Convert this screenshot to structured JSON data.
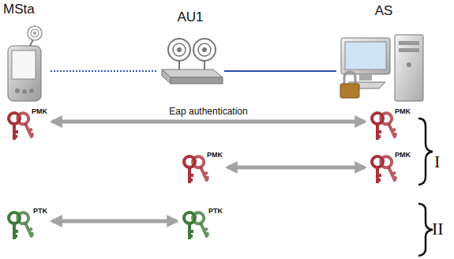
{
  "diagram": {
    "nodes": [
      {
        "text": [
          "MSta"
        ]
      },
      {
        "text": [
          "AU1"
        ]
      },
      {
        "text": [
          "AS"
        ]
      },
      {
        "text": [
          "PMK"
        ]
      },
      {
        "text": [
          "PMK"
        ]
      },
      {
        "text": [
          "PMK"
        ]
      },
      {
        "text": [
          "PMK"
        ]
      },
      {
        "text": [
          "PTK"
        ]
      },
      {
        "text": [
          "PTK"
        ]
      }
    ],
    "edges": [
      {
        "from": 0,
        "to": 1,
        "arrow": "none"
      },
      {
        "from": 1,
        "to": 2,
        "arrow": "none"
      },
      {
        "from": 3,
        "to": 4,
        "label": "Eap authentication",
        "arrow": "both"
      },
      {
        "from": 5,
        "to": 6,
        "arrow": "both"
      },
      {
        "from": 7,
        "to": 8,
        "arrow": "both"
      }
    ],
    "labels": [
      "I",
      "II"
    ]
  }
}
